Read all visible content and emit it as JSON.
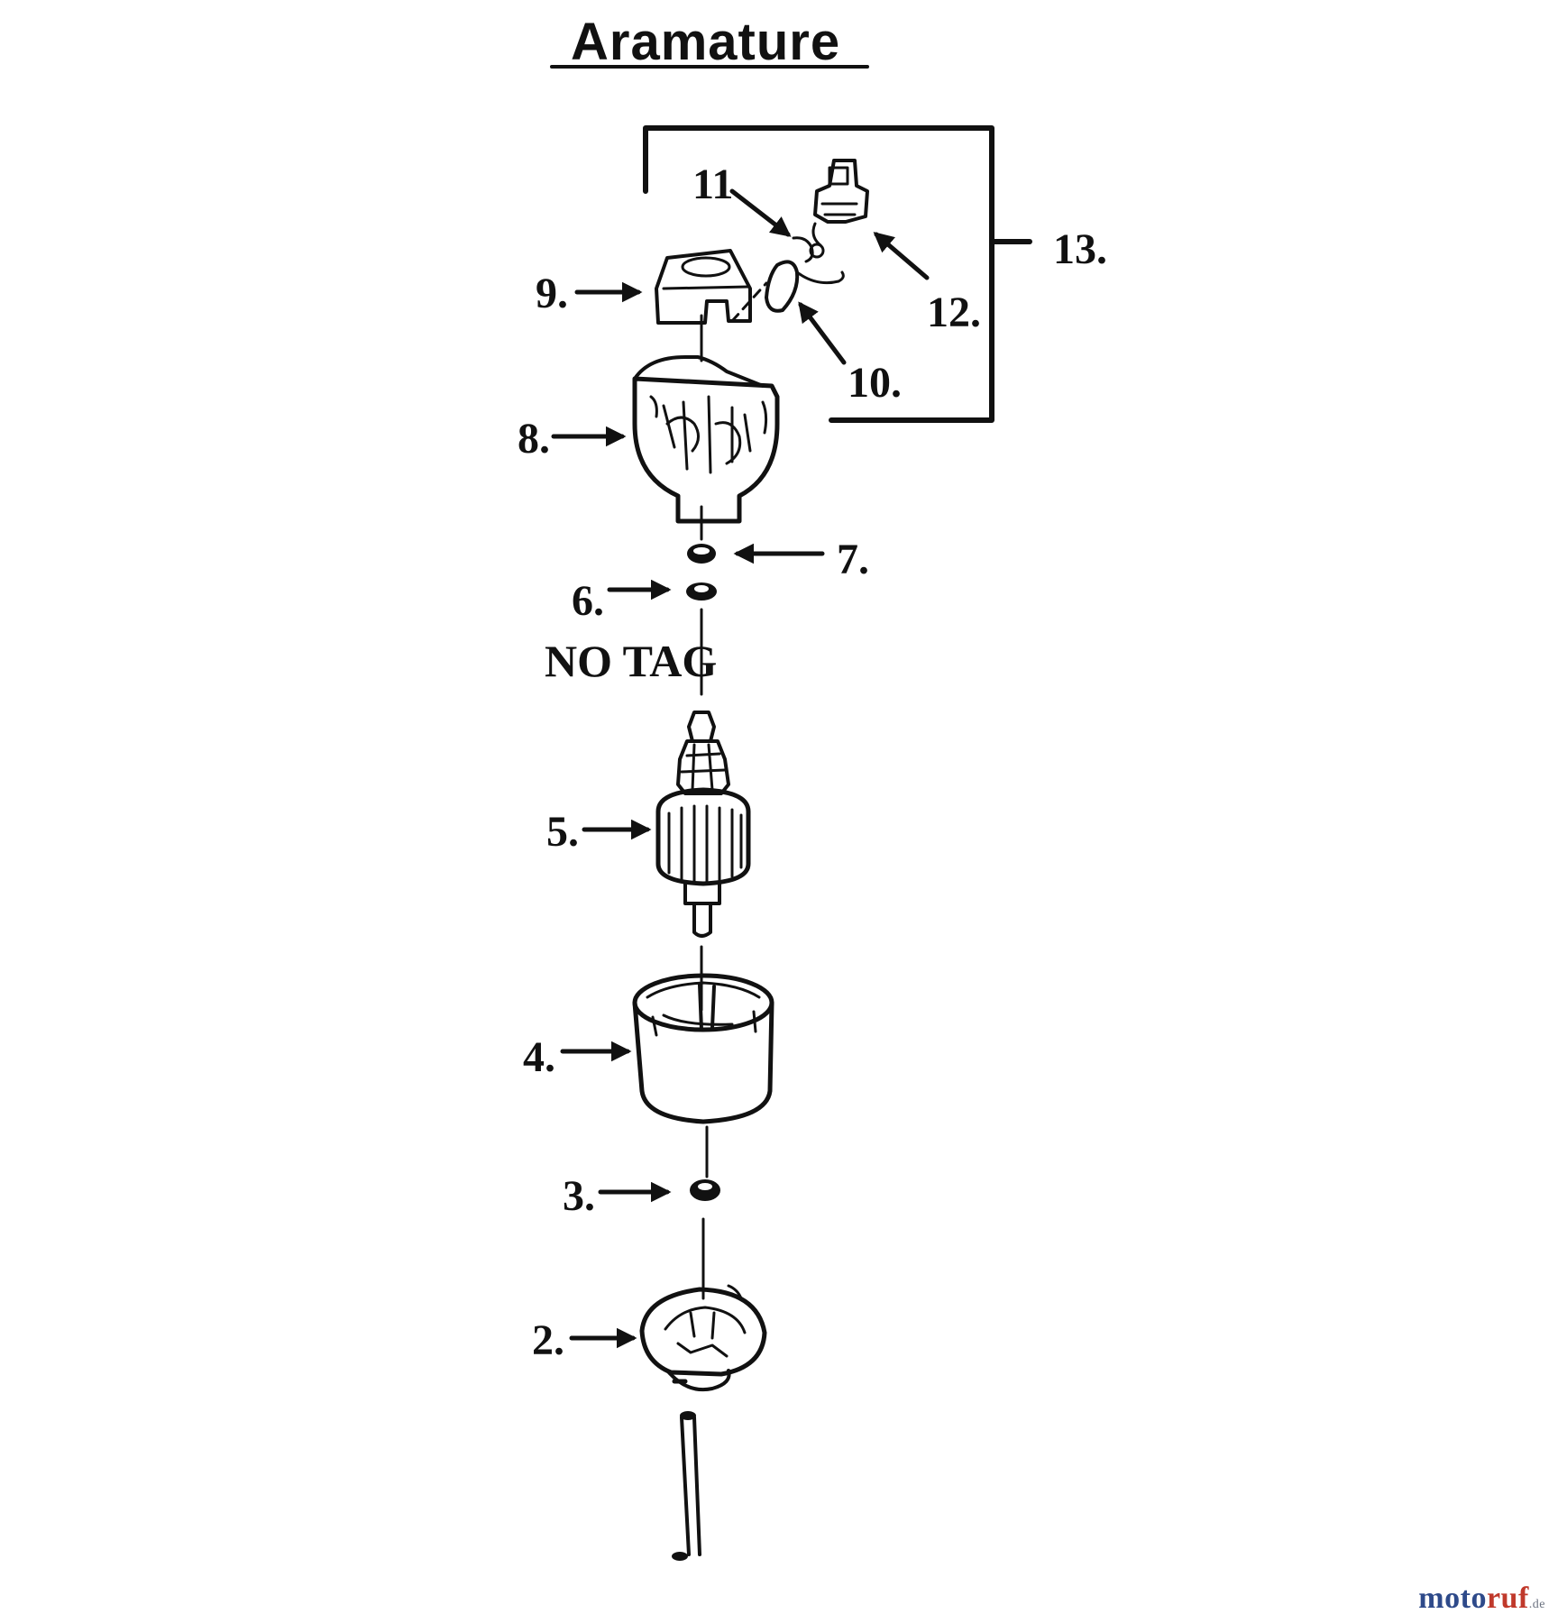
{
  "title": "Aramature",
  "labels": {
    "p2": "2.",
    "p3": "3.",
    "p4": "4.",
    "p5": "5.",
    "p6": "6.",
    "p7": "7.",
    "p8": "8.",
    "p9": "9.",
    "p10": "10.",
    "p11": "11",
    "p12": "12.",
    "p13": "13."
  },
  "no_tag": "NO TAG",
  "watermark": {
    "prefix": "moto",
    "suffix_word": "ruf",
    "tld": ".de",
    "colors": {
      "prefix": "#2e4a8a",
      "suffix": "#c0392b"
    }
  }
}
